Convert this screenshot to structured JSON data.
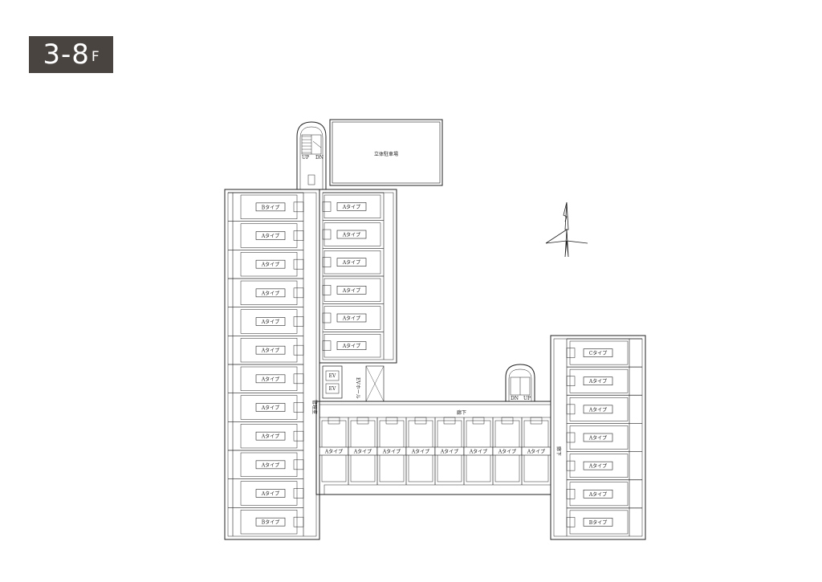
{
  "floor_badge": {
    "number": "3-8",
    "suffix": "F"
  },
  "labels": {
    "parking": "立体駐車場",
    "corridor": "廊下",
    "corridor_right": "廊下",
    "elevator_hall": "EVホール",
    "management_room": "管理室",
    "ev": "EV",
    "stair_up": "UP",
    "stair_down": "DN"
  },
  "units": {
    "left_col": [
      "Bタイプ",
      "Aタイプ",
      "Aタイプ",
      "Aタイプ",
      "Aタイプ",
      "Aタイプ",
      "Aタイプ",
      "Aタイプ",
      "Aタイプ",
      "Aタイプ",
      "Aタイプ",
      "Bタイプ"
    ],
    "center_col": [
      "Aタイプ",
      "Aタイプ",
      "Aタイプ",
      "Aタイプ",
      "Aタイプ",
      "Aタイプ"
    ],
    "south_row": [
      "Aタイプ",
      "Aタイプ",
      "Aタイプ",
      "Aタイプ",
      "Aタイプ",
      "Aタイプ",
      "Aタイプ",
      "Aタイプ"
    ],
    "right_col": [
      "Cタイプ",
      "Aタイプ",
      "Aタイプ",
      "Aタイプ",
      "Aタイプ",
      "Aタイプ",
      "Bタイプ"
    ]
  }
}
